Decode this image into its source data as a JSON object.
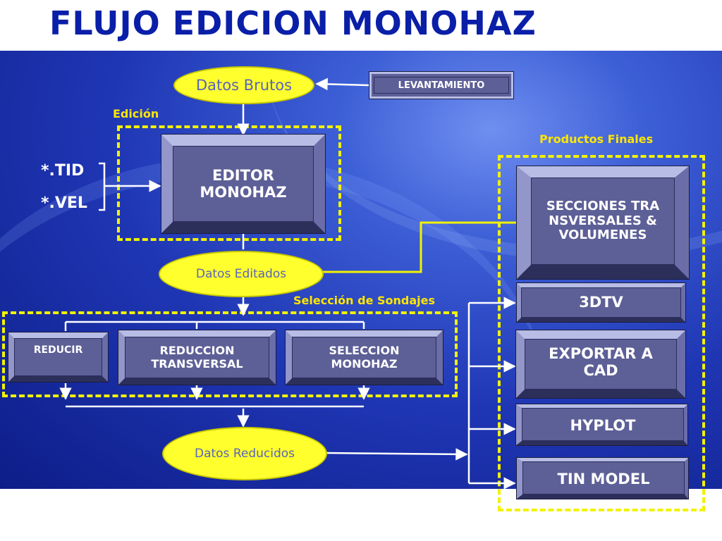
{
  "title": "FLUJO EDICION MONOHAZ",
  "labels": {
    "edicion": "Edición",
    "productos_finales": "Productos Finales",
    "seleccion_sondajes": "Selección de Sondajes",
    "tid": "*.TID",
    "vel": "*.VEL"
  },
  "nodes": {
    "datos_brutos": "Datos Brutos",
    "levantamiento": "LEVANTAMIENTO",
    "editor_monohaz": "EDITOR MONOHAZ",
    "datos_editados": "Datos Editados",
    "reducir": "REDUCIR",
    "reduccion_transversal": "REDUCCION TRANSVERSAL",
    "seleccion_monohaz": "SELECCION MONOHAZ",
    "datos_reducidos": "Datos Reducidos"
  },
  "products": {
    "secciones": "SECCIONES TRANSVERSALES & VOLUMENES",
    "tdtv": "3DTV",
    "exportar": "EXPORTAR A CAD",
    "hyplot": "HYPLOT",
    "tin": "TIN MODEL"
  },
  "colors": {
    "title": "#0a1fa8",
    "background": "#1f36b4",
    "dash": "#f2f200",
    "ellipse": "#ffff2e",
    "box": "#5d5f97"
  }
}
